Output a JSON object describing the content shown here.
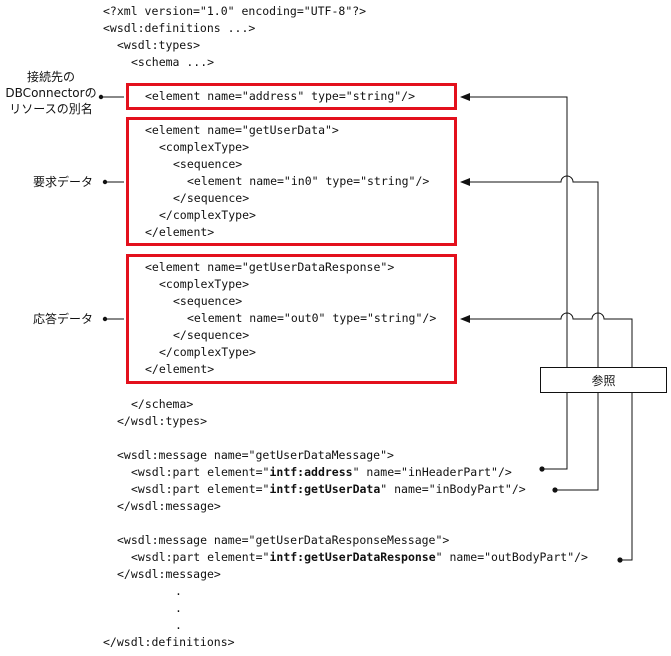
{
  "code_lines": {
    "xml_decl": "<?xml version=\"1.0\" encoding=\"UTF-8\"?>",
    "definitions_open": "<wsdl:definitions ...>",
    "types_open": "<wsdl:types>",
    "schema_open": "<schema ...>",
    "element_address": "<element name=\"address\" type=\"string\"/>",
    "get_user_data_open": "<element name=\"getUserData\">",
    "complex_type_open_1": "<complexType>",
    "sequence_open_1": "<sequence>",
    "element_in0": "<element name=\"in0\" type=\"string\"/>",
    "sequence_close_1": "</sequence>",
    "complex_type_close_1": "</complexType>",
    "element_close_1": "</element>",
    "get_user_data_response_open": "<element name=\"getUserDataResponse\">",
    "complex_type_open_2": "<complexType>",
    "sequence_open_2": "<sequence>",
    "element_out0": "<element name=\"out0\" type=\"string\"/>",
    "sequence_close_2": "</sequence>",
    "complex_type_close_2": "</complexType>",
    "element_close_2": "</element>",
    "schema_close": "</schema>",
    "types_close": "</wsdl:types>",
    "message1_open": "<wsdl:message name=\"getUserDataMessage\">",
    "part1_prefix": "<wsdl:part element=\"",
    "part1_ref": "intf:address",
    "part1_suffix": "\" name=\"inHeaderPart\"/>",
    "part2_prefix": "<wsdl:part element=\"",
    "part2_ref": "intf:getUserData",
    "part2_suffix": "\" name=\"inBodyPart\"/>",
    "message1_close": "</wsdl:message>",
    "message2_open": "<wsdl:message name=\"getUserDataResponseMessage\">",
    "part3_prefix": "<wsdl:part element=\"",
    "part3_ref": "intf:getUserDataResponse",
    "part3_suffix": "\" name=\"outBodyPart\"/>",
    "message2_close": "</wsdl:message>",
    "ellipsis_1": ".",
    "ellipsis_2": ".",
    "ellipsis_3": ".",
    "definitions_close": "</wsdl:definitions>"
  },
  "annotations": {
    "address_alias": "接続先の\nDBConnectorの\nリソースの別名",
    "request_data": "要求データ",
    "response_data": "応答データ",
    "reference": "参照"
  },
  "colors": {
    "highlight_border": "#e3101c",
    "line": "#111111"
  }
}
